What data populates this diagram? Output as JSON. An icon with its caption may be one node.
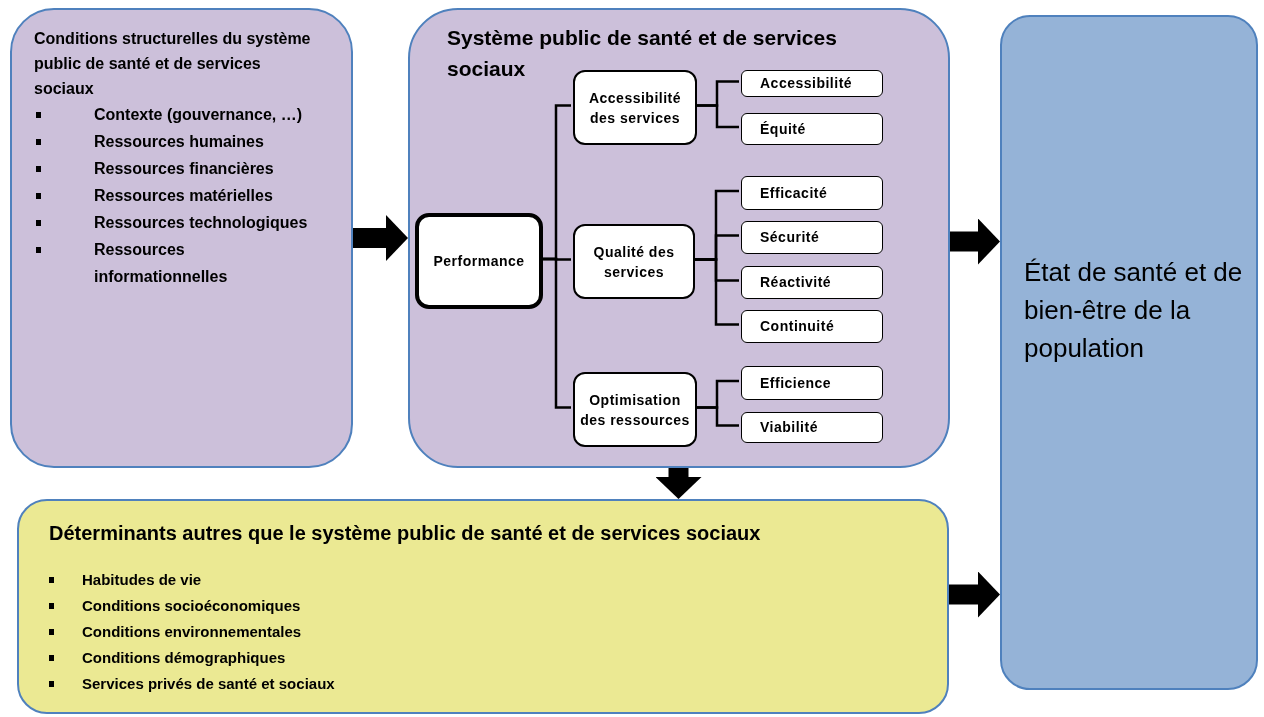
{
  "diagram": {
    "nodes": [
      {
        "text": [
          "Conditions structurelles du système public de santé et de services sociaux",
          "Contexte (gouvernance, …)",
          "Ressources humaines",
          "Ressources financières",
          "Ressources matérielles",
          "Ressources technologiques",
          "Ressources informationnelles"
        ]
      },
      {
        "text": [
          "Système public de santé et de services sociaux"
        ]
      },
      {
        "text": [
          "Performance"
        ],
        "in": 1
      },
      {
        "text": [
          "Accessibilité des services"
        ],
        "in": 1
      },
      {
        "text": [
          "Qualité des services"
        ],
        "in": 1
      },
      {
        "text": [
          "Optimisation des ressources"
        ],
        "in": 1
      },
      {
        "text": [
          "Accessibilité"
        ],
        "in": 1
      },
      {
        "text": [
          "Équité"
        ],
        "in": 1
      },
      {
        "text": [
          "Efficacité"
        ],
        "in": 1
      },
      {
        "text": [
          "Sécurité"
        ],
        "in": 1
      },
      {
        "text": [
          "Réactivité"
        ],
        "in": 1
      },
      {
        "text": [
          "Continuité"
        ],
        "in": 1
      },
      {
        "text": [
          "Efficience"
        ],
        "in": 1
      },
      {
        "text": [
          "Viabilité"
        ],
        "in": 1
      },
      {
        "text": [
          "Déterminants autres que le système public de santé et de services sociaux",
          "Habitudes de vie",
          "Conditions socioéconomiques",
          "Conditions environnementales",
          "Conditions démographiques",
          "Services privés de santé et sociaux"
        ]
      },
      {
        "text": [
          "État de santé et de bien-être de la population"
        ]
      }
    ],
    "edges": [
      {
        "from": 0,
        "to": 1,
        "arrow": "to",
        "style": "thick"
      },
      {
        "from": 1,
        "to": 15,
        "arrow": "to",
        "style": "thick"
      },
      {
        "from": 1,
        "to": 14,
        "arrow": "to",
        "style": "thick"
      },
      {
        "from": 14,
        "to": 15,
        "arrow": "to",
        "style": "thick"
      },
      {
        "from": 2,
        "to": 3,
        "arrow": "none"
      },
      {
        "from": 2,
        "to": 4,
        "arrow": "none"
      },
      {
        "from": 2,
        "to": 5,
        "arrow": "none"
      },
      {
        "from": 3,
        "to": 6,
        "arrow": "none"
      },
      {
        "from": 3,
        "to": 7,
        "arrow": "none"
      },
      {
        "from": 4,
        "to": 8,
        "arrow": "none"
      },
      {
        "from": 4,
        "to": 9,
        "arrow": "none"
      },
      {
        "from": 4,
        "to": 10,
        "arrow": "none"
      },
      {
        "from": 4,
        "to": 11,
        "arrow": "none"
      },
      {
        "from": 5,
        "to": 12,
        "arrow": "none"
      },
      {
        "from": 5,
        "to": 13,
        "arrow": "none"
      }
    ]
  }
}
